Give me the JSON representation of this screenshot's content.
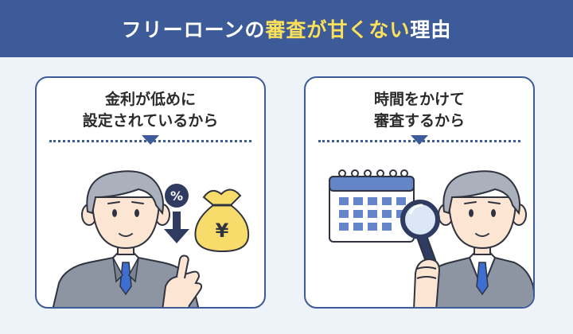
{
  "header": {
    "title_part1": "フリーローンの",
    "title_highlight": "審査が甘くない",
    "title_part2": "理由",
    "background_color": "#3d5a99",
    "highlight_color": "#fbe15a"
  },
  "cards": [
    {
      "line1": "金利が低めに",
      "line2": "設定されているから",
      "percent_symbol": "%",
      "yen_symbol": "¥"
    },
    {
      "line1": "時間をかけて",
      "line2": "審査するから"
    }
  ],
  "colors": {
    "accent": "#3d5a99",
    "calendar": "#6585c9",
    "money_bag": "#f7dc6b",
    "page_bg": "#eef2f9"
  },
  "icons": [
    "percent-icon",
    "down-arrow-icon",
    "money-bag-icon",
    "calendar-icon",
    "magnifier-icon",
    "businessman-illustration"
  ]
}
